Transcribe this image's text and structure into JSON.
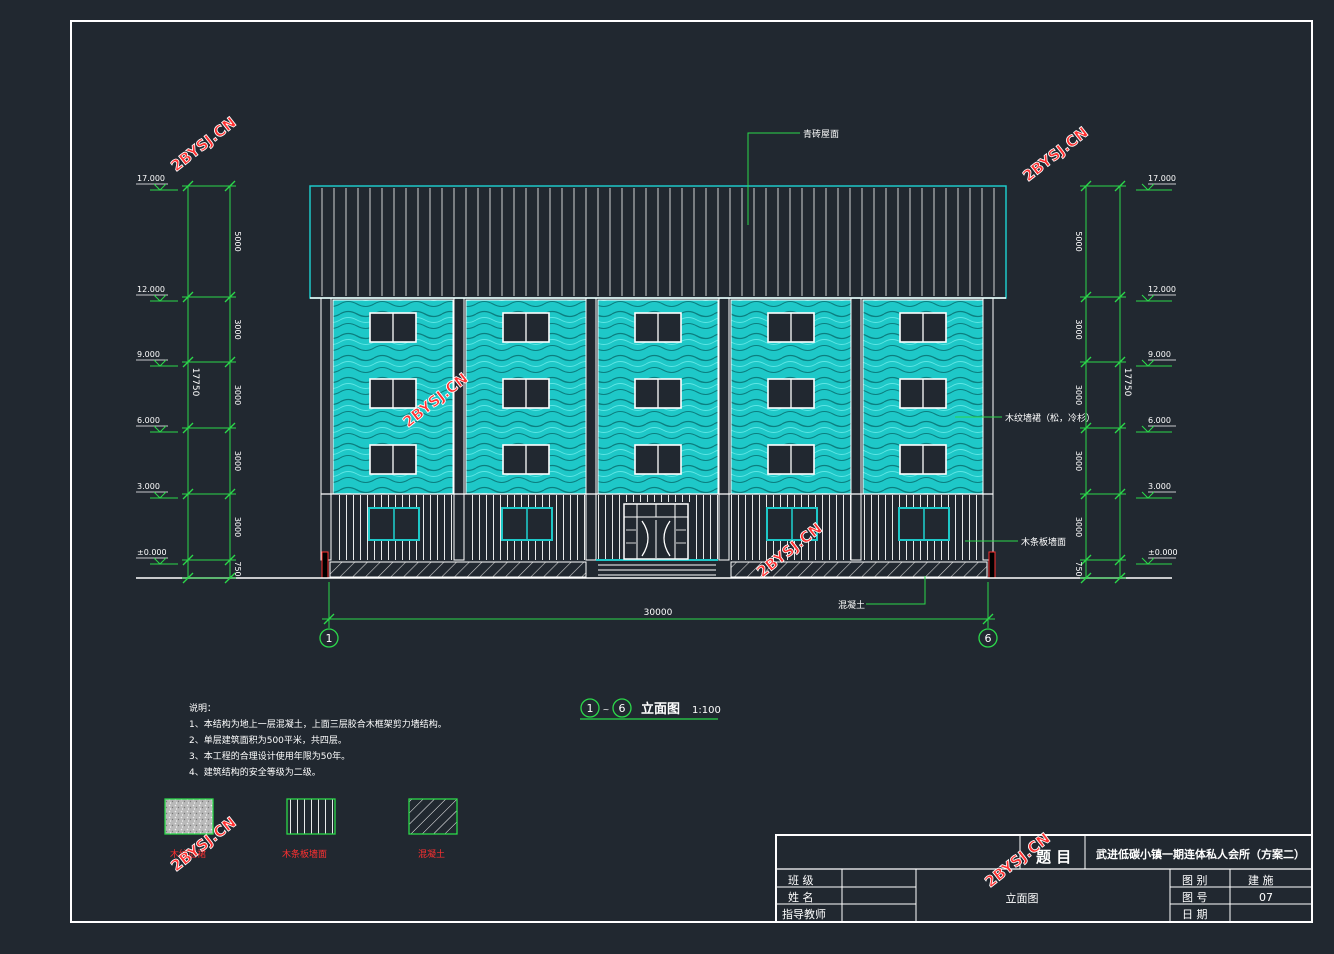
{
  "colors": {
    "background": "#212830",
    "line": "#ffffff",
    "dim": "#2bd84a",
    "cyan": "#1ec8c8",
    "red": "#ff3030"
  },
  "elevation_levels": [
    "17.000",
    "12.000",
    "9.000",
    "6.000",
    "3.000",
    "±0.000"
  ],
  "dim_segments_left": [
    "5000",
    "3000",
    "3000",
    "3000",
    "3000",
    "750"
  ],
  "dim_segments_right": [
    "5000",
    "3000",
    "3000",
    "3000",
    "3000",
    "750"
  ],
  "dim_total_left": "17750",
  "dim_total_right": "17750",
  "total_width": "30000",
  "axis_start": "1",
  "axis_end": "6",
  "labels": {
    "roof": "青砖屋面",
    "wall": "木纹墙裙（松，冷杉）",
    "base_wall": "木条板墙面",
    "concrete": "混凝土"
  },
  "view_title": {
    "from": "1",
    "sep": "~",
    "to": "6",
    "name": "立面图",
    "scale": "1:100"
  },
  "notes": {
    "heading": "说明：",
    "items": [
      "1、本结构为地上一层混凝土，上面三层胶合木框架剪力墙结构。",
      "2、单层建筑面积为500平米，共四层。",
      "3、本工程的合理设计使用年限为50年。",
      "4、建筑结构的安全等级为二级。"
    ]
  },
  "legend": [
    {
      "label": "木纹墙裙"
    },
    {
      "label": "木条板墙面"
    },
    {
      "label": "混凝土"
    }
  ],
  "watermark": "2BYSJ.CN",
  "title_block": {
    "topic_label": "题 目",
    "topic_value": "武进低碳小镇一期连体私人会所（方案二）",
    "class_label": "班 级",
    "name_label": "姓 名",
    "advisor_label": "指导教师",
    "drawing_name": "立面图",
    "category_label": "图 别",
    "category_value": "建 施",
    "number_label": "图 号",
    "number_value": "07",
    "date_label": "日 期"
  }
}
